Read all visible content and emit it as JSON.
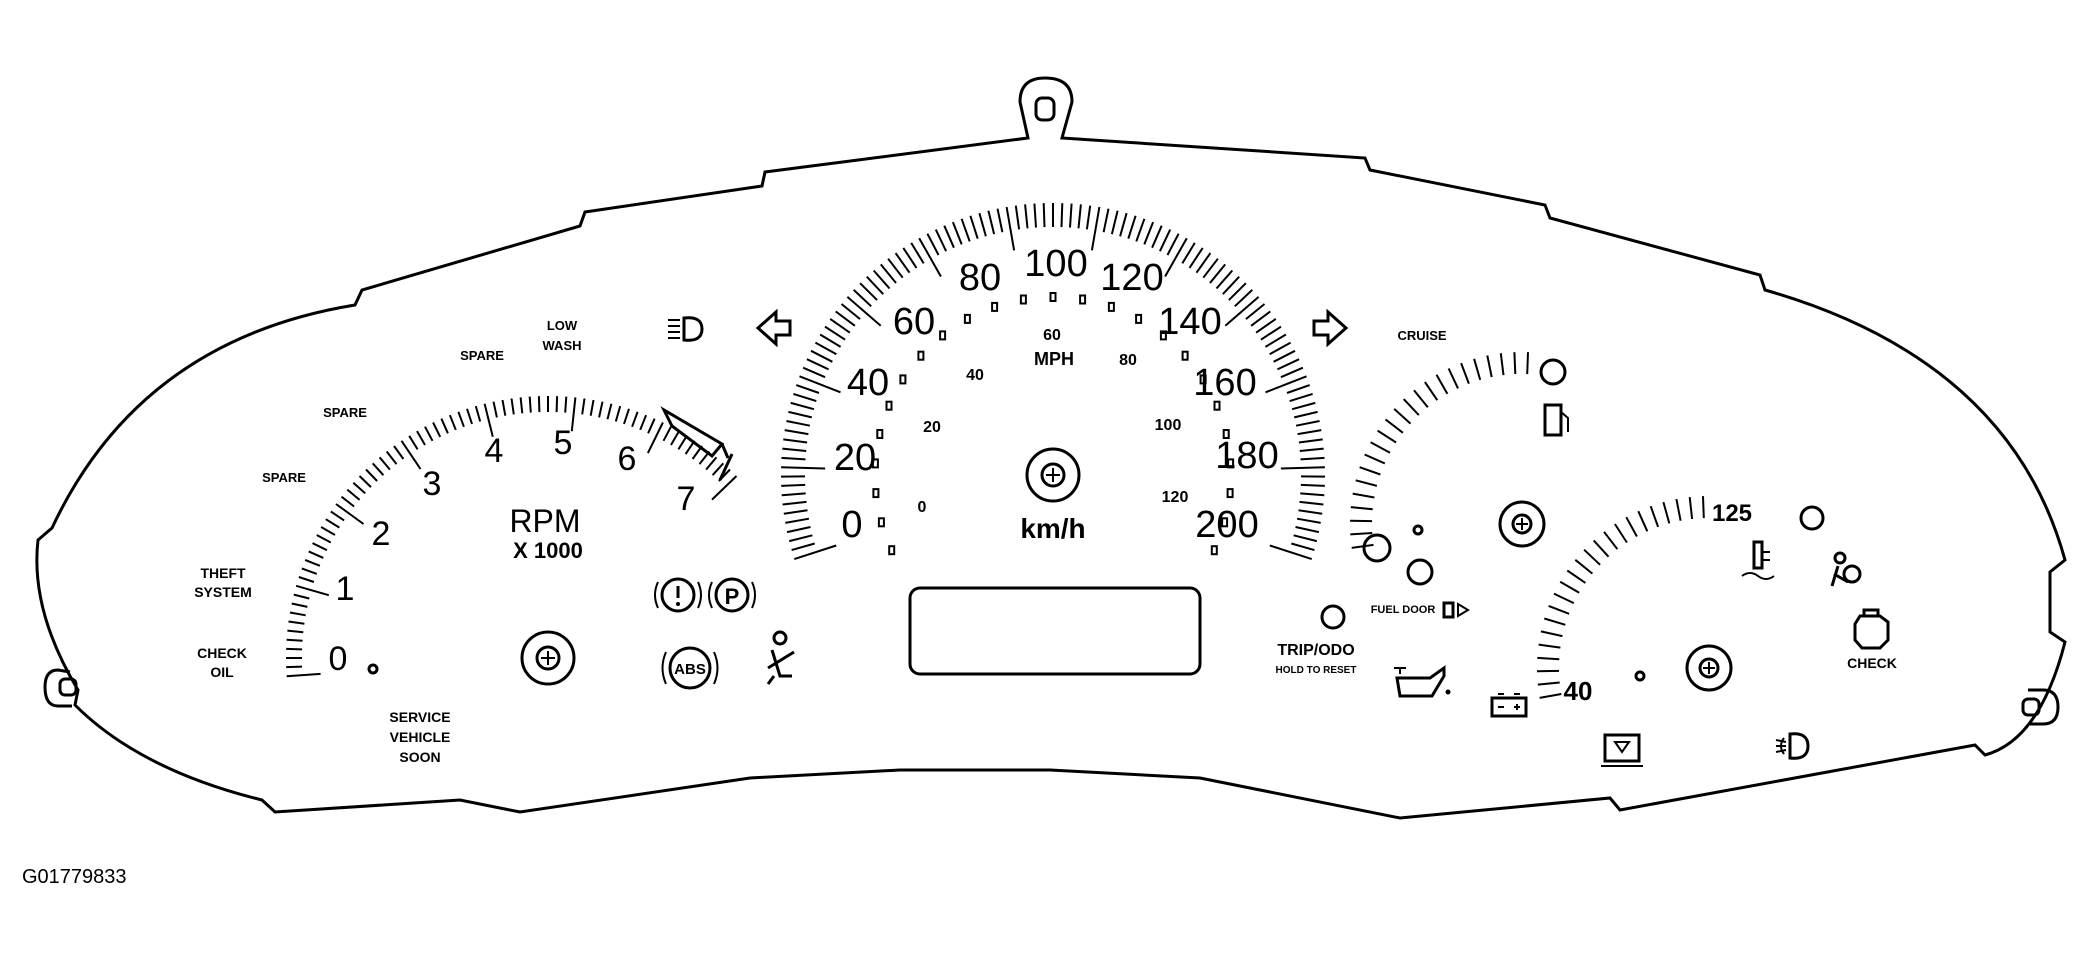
{
  "figure_id": "G01779833",
  "tachometer": {
    "numbers": [
      "0",
      "1",
      "2",
      "3",
      "4",
      "5",
      "6",
      "7"
    ],
    "label": "RPM",
    "sublabel": "X 1000"
  },
  "speedometer": {
    "kmh_numbers": [
      "0",
      "20",
      "40",
      "60",
      "80",
      "100",
      "120",
      "140",
      "160",
      "180",
      "200"
    ],
    "mph_numbers": [
      "0",
      "20",
      "40",
      "60",
      "80",
      "100",
      "120"
    ],
    "mph_label": "MPH",
    "kmh_label": "km/h"
  },
  "temp_gauge": {
    "low_label": "40",
    "high_label": "125"
  },
  "telltales": {
    "theft_system": [
      "THEFT",
      "SYSTEM"
    ],
    "check_oil": [
      "CHECK",
      "OIL"
    ],
    "spare_1": "SPARE",
    "spare_2": "SPARE",
    "spare_3": "SPARE",
    "low_wash": [
      "LOW",
      "WASH"
    ],
    "service_vehicle_soon": [
      "SERVICE",
      "VEHICLE",
      "SOON"
    ],
    "cruise": "CRUISE",
    "fuel_door": "FUEL DOOR",
    "trip_odo": [
      "TRIP/ODO",
      "HOLD TO RESET"
    ],
    "abs": "ABS",
    "check": "CHECK",
    "brake": "(!)",
    "park": "(P)"
  }
}
